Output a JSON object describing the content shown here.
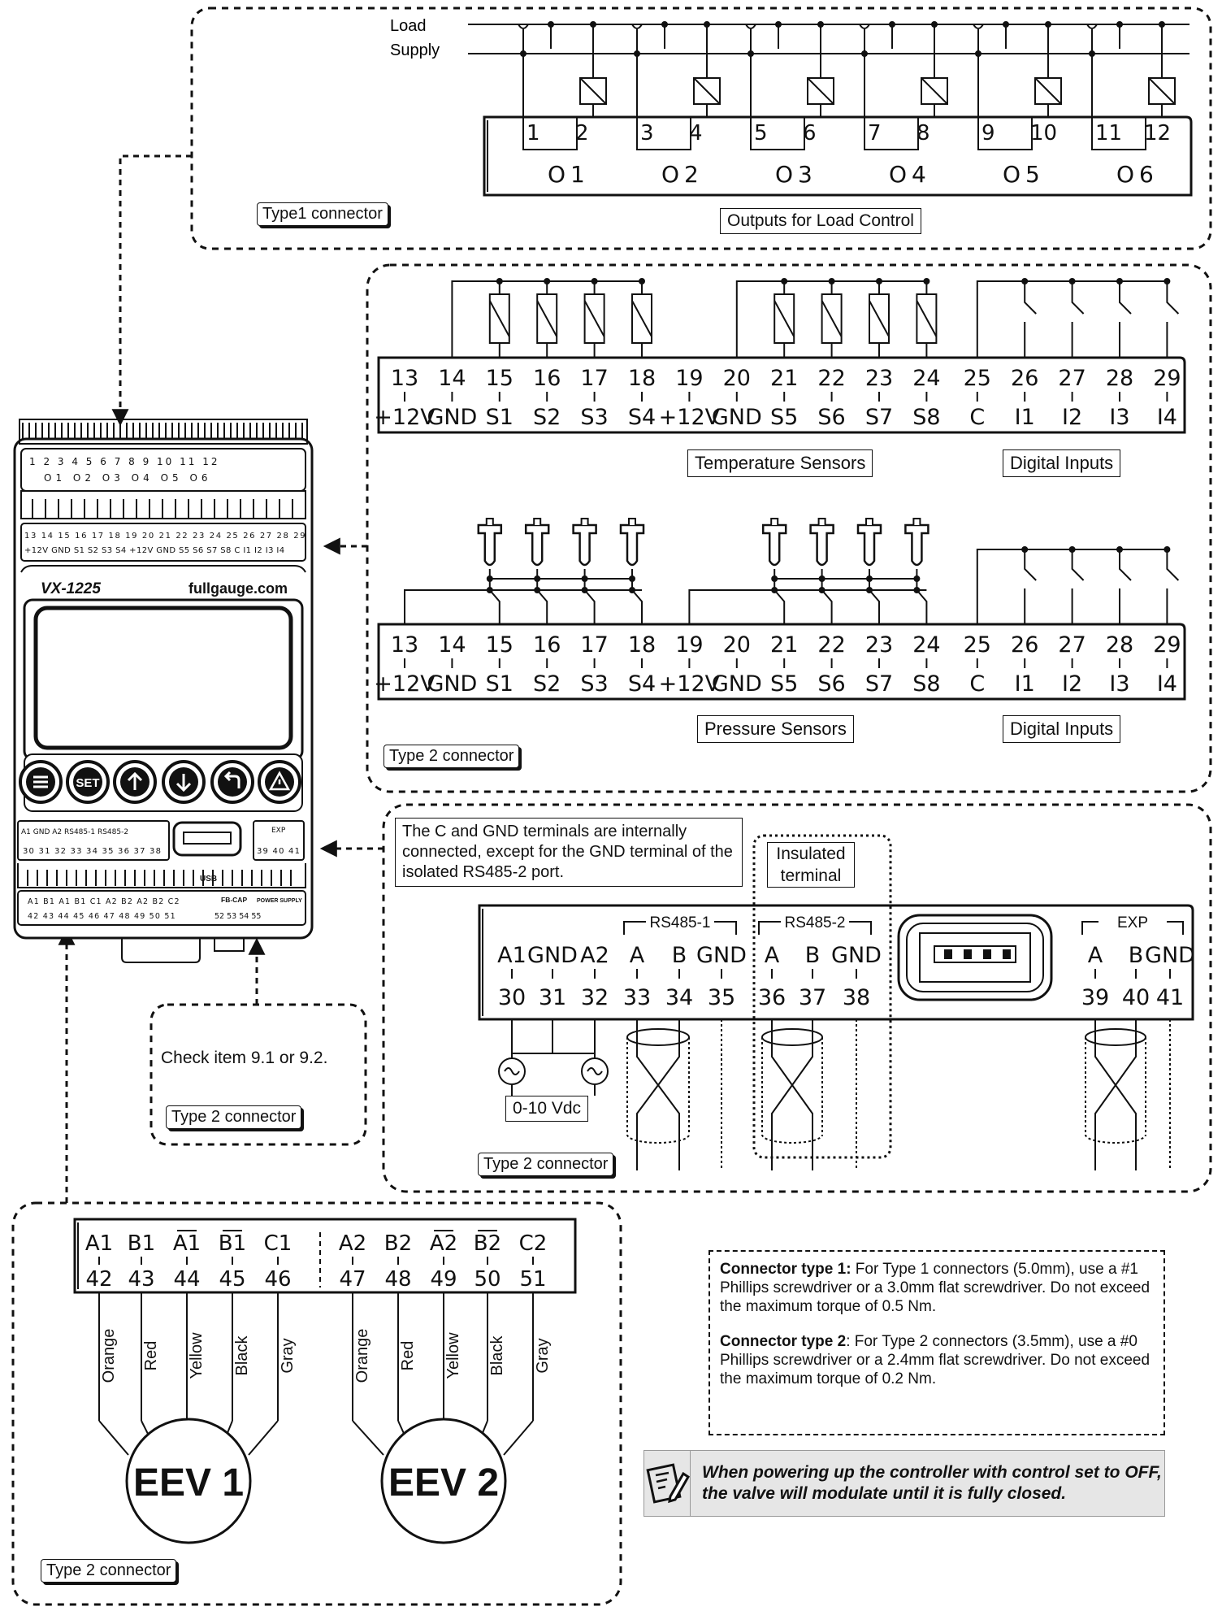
{
  "outputs": {
    "load_label": "Load",
    "supply_label": "Supply",
    "terminals": [
      "1",
      "2",
      "3",
      "4",
      "5",
      "6",
      "7",
      "8",
      "9",
      "10",
      "11",
      "12"
    ],
    "groups": [
      "O1",
      "O2",
      "O3",
      "O4",
      "O5",
      "O6"
    ],
    "caption": "Outputs for Load Control",
    "connector_tag": "Type1 connector"
  },
  "sensors": {
    "numbers": [
      "13",
      "14",
      "15",
      "16",
      "17",
      "18",
      "19",
      "20",
      "21",
      "22",
      "23",
      "24",
      "25",
      "26",
      "27",
      "28",
      "29"
    ],
    "names": [
      "+12V",
      "GND",
      "S1",
      "S2",
      "S3",
      "S4",
      "+12V",
      "GND",
      "S5",
      "S6",
      "S7",
      "S8",
      "C",
      "I1",
      "I2",
      "I3",
      "I4"
    ],
    "temperature_caption": "Temperature Sensors",
    "pressure_caption": "Pressure Sensors",
    "digital_caption": "Digital Inputs",
    "connector_tag": "Type 2 connector"
  },
  "device": {
    "model": "VX-1225",
    "website": "fullgauge.com",
    "top_terminals": "1  2  3  4  5  6  7  8  9  10  11  12",
    "top_groups": "O1   O2   O3   O4   O5   O6",
    "mid_numbers": "13 14 15 16 17 18 19 20 21 22 23 24 25 26 27 28 29",
    "mid_names": "+12V GND S1 S2 S3 S4 +12V GND S5 S6 S7 S8 C I1 I2 I3 I4",
    "rs_header": "A1 GND A2  RS485-1   RS485-2",
    "rs_numbers": "30 31 32 33 34 35 36 37 38",
    "exp_header": "EXP",
    "exp_numbers": "39 40 41",
    "usb_label": "USB",
    "eev_names": "A1 B1 A1 B1 C1 A2 B2 A2 B2 C2",
    "eev_numbers": "42 43 44 45 46 47 48 49 50 51",
    "fb_cap": "FB-CAP",
    "power_supply": "POWER SUPPLY",
    "ps_numbers": "52  53  54  55",
    "buttons": [
      "menu",
      "SET",
      "up",
      "down",
      "back",
      "alarm"
    ]
  },
  "comm": {
    "note": "The C and GND terminals are internally connected, except for the GND terminal of the isolated RS485-2 port.",
    "insulated": "Insulated terminal",
    "rs485_1": "RS485-1",
    "rs485_2": "RS485-2",
    "exp": "EXP",
    "names": [
      "A1",
      "GND",
      "A2",
      "A",
      "B",
      "GND",
      "A",
      "B",
      "GND"
    ],
    "numbers": [
      "30",
      "31",
      "32",
      "33",
      "34",
      "35",
      "36",
      "37",
      "38"
    ],
    "exp_names": [
      "A",
      "B",
      "GND"
    ],
    "exp_numbers": [
      "39",
      "40",
      "41"
    ],
    "vdc": "0-10 Vdc",
    "connector_tag": "Type 2 connector"
  },
  "power": {
    "check": "Check item 9.1 or 9.2.",
    "connector_tag": "Type 2 connector"
  },
  "eev": {
    "names": [
      "A1",
      "B1",
      "A1",
      "B1",
      "C1",
      "A2",
      "B2",
      "A2",
      "B2",
      "C2"
    ],
    "overlined": [
      false,
      false,
      true,
      true,
      false,
      false,
      false,
      true,
      true,
      false
    ],
    "numbers": [
      "42",
      "43",
      "44",
      "45",
      "46",
      "47",
      "48",
      "49",
      "50",
      "51"
    ],
    "wires": [
      "Orange",
      "Red",
      "Yellow",
      "Black",
      "Gray",
      "Orange",
      "Red",
      "Yellow",
      "Black",
      "Gray"
    ],
    "valve1": "EEV 1",
    "valve2": "EEV 2",
    "connector_tag": "Type 2 connector"
  },
  "notes": {
    "type1_title": "Connector type 1:",
    "type1_text": " For Type 1 connectors (5.0mm), use a #1 Phillips screwdriver or a 3.0mm flat screwdriver. Do not exceed the maximum torque of 0.5 Nm.",
    "type2_title": "Connector type 2",
    "type2_text": ": For Type 2 connectors (3.5mm), use a #0 Phillips screwdriver or a 2.4mm flat screwdriver. Do not exceed the maximum torque of 0.2 Nm.",
    "warning": "When powering up the controller with control set to OFF, the valve will modulate until it is fully closed."
  }
}
